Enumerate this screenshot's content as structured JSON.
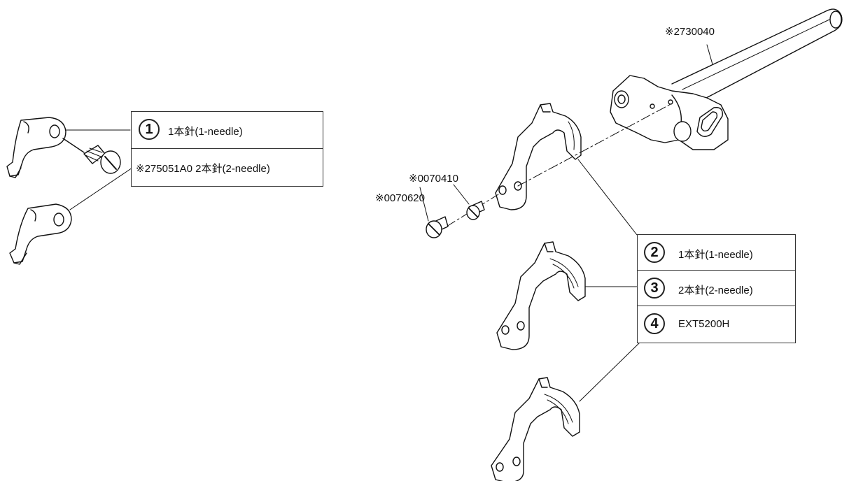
{
  "parts": {
    "shaft_code": "※2730040",
    "screw_a_code": "※0070410",
    "screw_b_code": "※0070620"
  },
  "table_left": {
    "row1_number": "1",
    "row1_text": "1本針(1-needle)",
    "row2_text": "※275051A0  2本針(2-needle)"
  },
  "table_right": {
    "rows": [
      {
        "number": "2",
        "text": "1本針(1-needle)"
      },
      {
        "number": "3",
        "text": "2本針(2-needle)"
      },
      {
        "number": "4",
        "text": "EXT5200H"
      }
    ]
  }
}
